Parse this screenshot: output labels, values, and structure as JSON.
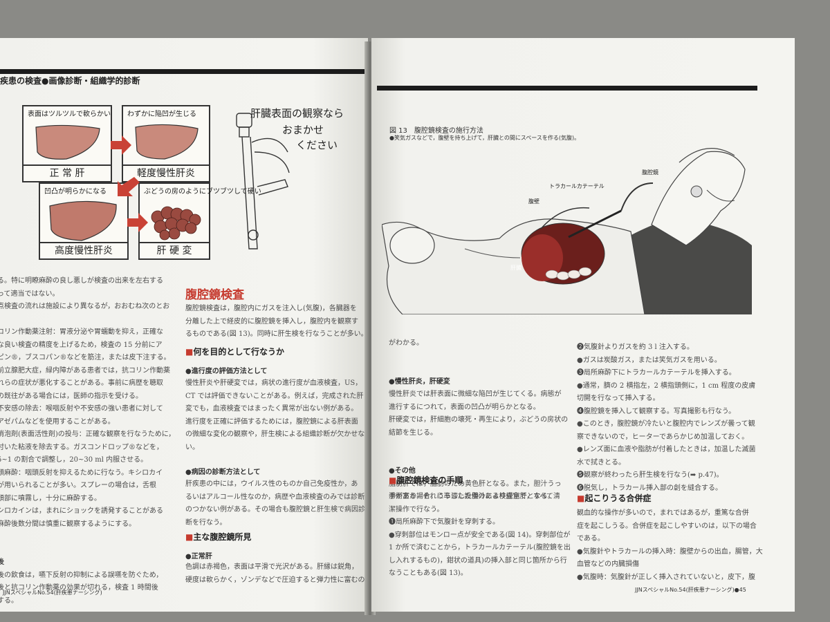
{
  "left_page": {
    "header": "疾患の検査●画像診断・組織学的診断",
    "illustration": {
      "panels": [
        {
          "note": "表面はツルツルで軟らかい",
          "name": "正 常 肝"
        },
        {
          "note": "わずかに陥凹が生じる",
          "name": "軽度慢性肝炎"
        },
        {
          "note": "凹凸が明らかになる",
          "name": "高度慢性肝炎"
        },
        {
          "note": "ぶどうの房のようにブツブツして硬い",
          "name": "肝 硬 変"
        }
      ],
      "speech_lines": [
        "肝臓表面の観察なら",
        "おまかせ",
        "ください"
      ]
    },
    "col1_lines": [
      "る。特に明瞭麻酔の良し悪しが検査の出来を左右する",
      "って適当ではない。",
      "点検査の流れは施設により異なるが，おおむね次のとお",
      "",
      "コリン作動薬注射：胃液分泌や胃蠕動を抑え，正確な",
      "な良い検査の精度を上げるため，検査の 15 分前にア",
      "ピン®，ブスコパン®などを筋注，または皮下注する。",
      "前立腺肥大症，緑内障がある患者では，抗コリン作動薬",
      "れらの症状が悪化することがある。事前に病歴を聴取",
      "の既往がある場合には，医師の指示を受ける。",
      "不安感の除去：喉咽反射や不安感の強い患者に対して",
      "アゼパムなどを使用することがある。",
      "消泡剤(表面活性剤)の投与：正確な観察を行なうために，",
      "付いた粘液を除去する。ガスコンドロップ®などを，",
      "5~1 の割合で調整し，20~30 ml 内服させる。",
      "頭麻酔：咽頭反射を抑えるために行なう。キシロカイ",
      "が用いられることが多い。スプレーの場合は，舌根",
      "頭部に噴霧し，十分に麻酔する。",
      "シロカインは，まれにショックを誘発することがある",
      "麻酔後数分間は慎重に観察するようにする。",
      "",
      "",
      "後",
      "後の飲食は，嚥下反射の抑制による誤嚥を防ぐため，",
      "後と抗コリン作動薬の効果が切れる，検査 1 時間後",
      "する。"
    ],
    "section_title": "腹腔鏡検査",
    "col2_intro": [
      "腹腔鏡検査は，腹腔内にガスを注入し(気腹)，各臓器を",
      "分離した上で経皮的に腹腔鏡を挿入し，腹腔内を観察す",
      "るものである(図 13)。同時に肝生検を行なうことが多い。"
    ],
    "sec1_title": "何を目的として行なうか",
    "sub1_title": "●進行度の評価方法として",
    "sub1_lines": [
      "慢性肝炎や肝硬変では，病状の進行度が血液検査，US，",
      "CT では評価できないことがある。例えば，完成された肝",
      "変でも，血液検査ではまったく異常が出ない例がある。",
      "進行度を正確に評価するためには，腹腔鏡による肝表面",
      "の微細な変化の観察や，肝生検による組織診断が欠かせな",
      "い。"
    ],
    "sub2_title": "●病因の診断方法として",
    "sub2_lines": [
      "肝疾患の中には，ウイルス性のものか自己免疫性か，あ",
      "るいはアルコール性なのか，病歴や血液検査のみでは診断",
      "のつかない例がある。その場合も腹腔鏡と肝生検で病因診",
      "断を行なう。"
    ],
    "sec2_title": "主な腹腔鏡所見",
    "sub3_title": "●正常肝",
    "sub3_lines": [
      "色調は赤褐色，表面は平滑で光沢がある。肝縁は鋭角，",
      "硬度は軟らかく，ゾンデなどで圧迫すると弾力性に富むの"
    ],
    "footer": "JJNスペシャルNo.54(肝疾患ナーシング)"
  },
  "right_page": {
    "figure": {
      "title": "図 13　腹腔鏡検査の施行方法",
      "caption": "●笑気ガスなどで，腹壁を持ち上げて，肝臓との間にスペースを作る(気腹)。",
      "labels": {
        "scope": "腹腔鏡",
        "trocar": "トラカールカテーテル",
        "wall": "腹壁",
        "liver": "肝臓"
      }
    },
    "col1_lines": [
      "がわかる。",
      "",
      "",
      "●慢性肝炎，肝硬変",
      "慢性肝炎では肝表面に微細な陥凹が生じてくる。病態が",
      "進行するにつれて，表面の凹凸が明らかとなる。",
      "肝硬変では，肝細胞の壊死・再生により，ぶどうの房状の",
      "結節を生じる。",
      "",
      "",
      "●その他",
      "脂肪肝では，脂肪のため黄色肝となる。また，胆汁うっ",
      "滞がある場合，うっ滞した胆汁により緑色肝となる。"
    ],
    "sec3_title": "腹腔鏡検査の手順",
    "col1b_lines": [
      "手術室か，それに準じた設備のある検査室で，すべて清",
      "潔操作で行なう。",
      "❶局所麻酔下で気腹針を穿刺する。",
      "●穿刺部位はモンロー点が安全である(図 14)。穿刺部位が",
      "1 か所で済むことから，トラカールカテーテル(腹腔鏡を出",
      "し入れするもの)，鉗状の道具)の挿入部と同じ箇所から行",
      "なうこともある(図 13)。"
    ],
    "col2_lines": [
      "❷気腹針よりガスを約 3 l 注入する。",
      "●ガスは炭酸ガス，または笑気ガスを用いる。",
      "❸局所麻酔下にトラカールカテーテルを挿入する。",
      "●通常，臍の 2 横指左，2 横指頭側に，1 cm 程度の皮膚",
      "切開を行なって挿入する。",
      "❹腹腔鏡を挿入して観察する。写真撮影も行なう。",
      "●このとき，腹腔鏡が冷たいと腹腔内でレンズが曇って観",
      "察できないので，ヒーターであらかじめ加温しておく。",
      "●レンズ面に血液や脂肪が付着したときは，加温した滅菌",
      "水で拭きとる。",
      "❺観察が終わったら肝生検を行なう(➡ p.47)。",
      "❻脱気し，トラカール挿入部の創を縫合する。"
    ],
    "sec4_title": "起こりうる合併症",
    "col2b_lines": [
      "観血的な操作が多いので，まれではあるが，重篤な合併",
      "症を起こしうる。合併症を起こしやすいのは，以下の場合",
      "である。",
      "●気腹針やトラカールの挿入時：腹壁からの出血，腸管，大",
      "血管などの内臓損傷",
      "●気腹時：気腹針が正しく挿入されていないと，皮下，腹"
    ],
    "footer": "JJNスペシャルNo.54(肝疾患ナーシング)●45"
  }
}
